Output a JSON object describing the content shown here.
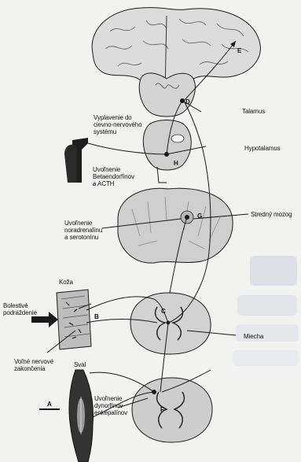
{
  "labels": {
    "talamus": "Talamus",
    "hypotalamus": "Hypotalamus",
    "vyplavenie": "Vyplavenie do\ncievno-nervového\nsystému",
    "uvolnenie_beta": "Uvoľnenie\nBetaendorfínov\na ACTH",
    "uvolnenie_nor": "Uvoľnenie\nnoradrenalínu\na serotonínu",
    "stredny_mozog": "Stredný mozog",
    "koza": "Koža",
    "bolestive": "Bolestivé\npodráždenie",
    "volne_nervove": "Voľné nervové\nzakončenia",
    "sval": "Sval",
    "miecha": "Miecha",
    "uvolnenie_dyn": "Uvoľnenie\ndynorfínov\nenkepalínov"
  },
  "nodes": {
    "a": "A",
    "b": "B",
    "c": "C",
    "d": "D",
    "e": "E",
    "f": "F",
    "g": "G",
    "h": "H"
  },
  "colors": {
    "ink": "#1a1a1a",
    "tissue": "#cfcfcf",
    "tissue_dark": "#9a9a9a",
    "paper": "#f2f2f0",
    "watermark": "#d8d9e2"
  }
}
